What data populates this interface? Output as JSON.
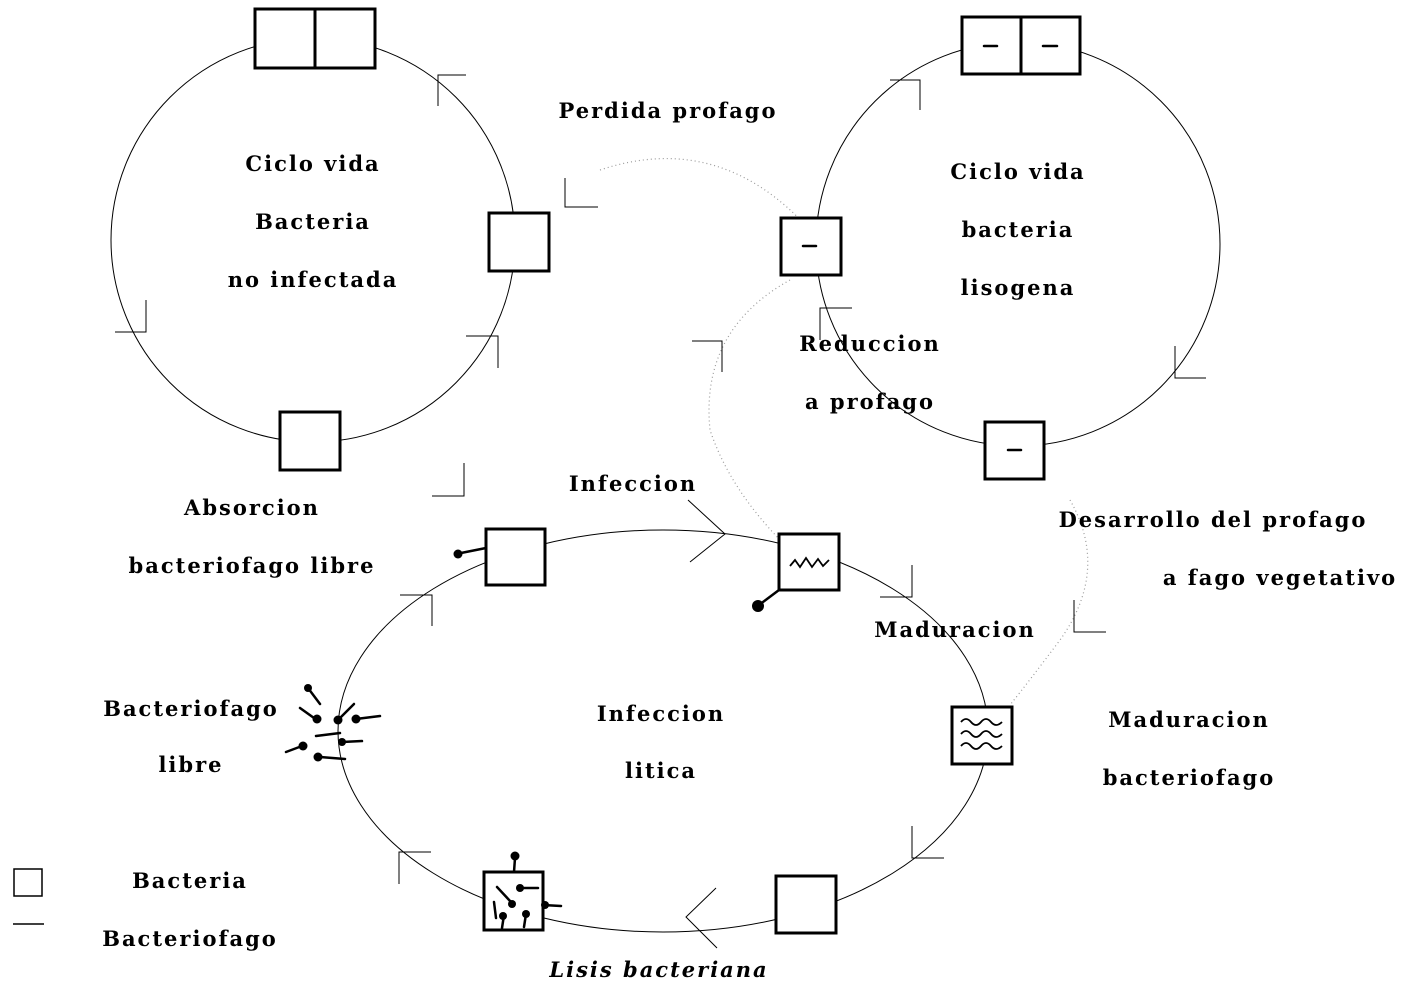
{
  "circles": {
    "uninfected": {
      "l1": "Ciclo vida",
      "l2": "Bacteria",
      "l3": "no infectada"
    },
    "lysogenic": {
      "l1": "Ciclo vida",
      "l2": "bacteria",
      "l3": "lisogena"
    },
    "lytic": {
      "l1": "Infeccion",
      "l2": "litica"
    }
  },
  "labels": {
    "perdida": "Perdida profago",
    "reduccion1": "Reduccion",
    "reduccion2": "a profago",
    "absorcion1": "Absorcion",
    "absorcion2": "bacteriofago libre",
    "infeccion": "Infeccion",
    "desarrollo1": "Desarrollo del profago",
    "desarrollo2": "a fago vegetativo",
    "maduracion": "Maduracion",
    "maduracion_bf1": "Maduracion",
    "maduracion_bf2": "bacteriofago",
    "bf_libre1": "Bacteriofago",
    "bf_libre2": "libre",
    "lisis": "Lisis bacteriana"
  },
  "legend": {
    "bacteria": "Bacteria",
    "bacteriofago": "Bacteriofago"
  }
}
